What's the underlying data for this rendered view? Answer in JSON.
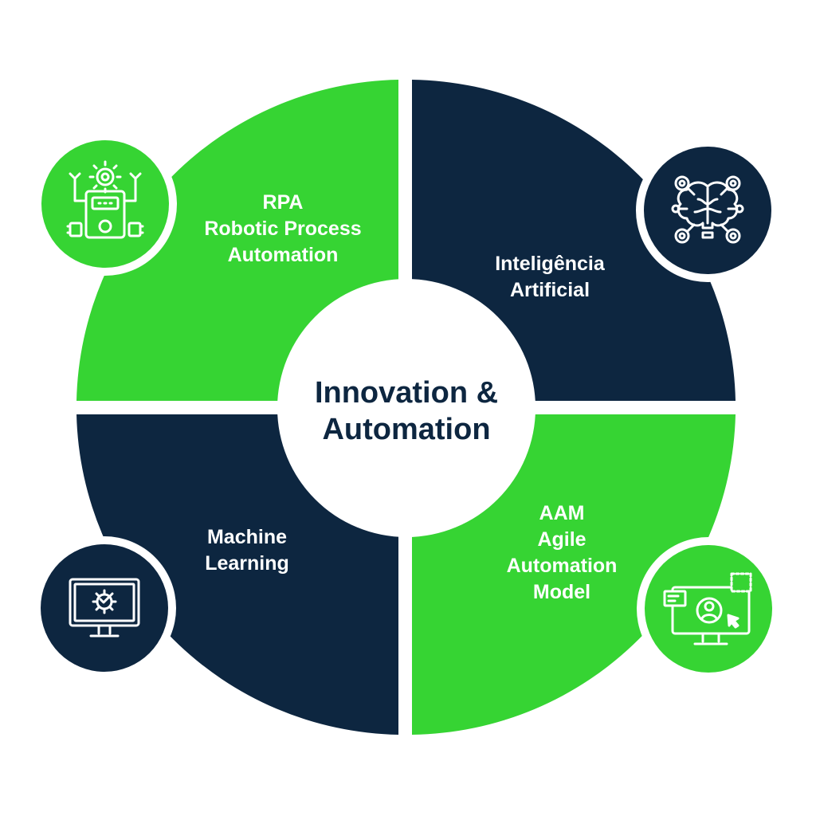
{
  "center": {
    "title": "Innovation &\nAutomation"
  },
  "quadrants": {
    "top_left": {
      "label": "RPA\nRobotic Process\nAutomation",
      "icon": "robot-icon"
    },
    "top_right": {
      "label": "Inteligência\nArtificial",
      "icon": "ai-brain-icon"
    },
    "bottom_left": {
      "label": "Machine\nLearning",
      "icon": "monitor-gear-icon"
    },
    "bottom_right": {
      "label": "AAM\nAgile\nAutomation\nModel",
      "icon": "monitor-user-icon"
    }
  },
  "colors": {
    "green": "#36d433",
    "navy": "#0d2640",
    "background": "#ffffff"
  }
}
